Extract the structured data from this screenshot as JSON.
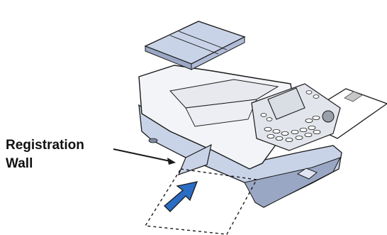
{
  "callout": {
    "line1": "Registration",
    "line2": "Wall"
  },
  "colors": {
    "outline": "#1a1a1a",
    "body_light": "#f3f4f7",
    "body_blue": "#c9d3e8",
    "body_blue_dark": "#9aa7c4",
    "arrow_blue": "#2b6cc4",
    "display": "#d9dde4"
  },
  "icons": [
    "postage-meter-machine",
    "envelope-icon",
    "push-arrow-icon",
    "callout-arrow-icon"
  ]
}
